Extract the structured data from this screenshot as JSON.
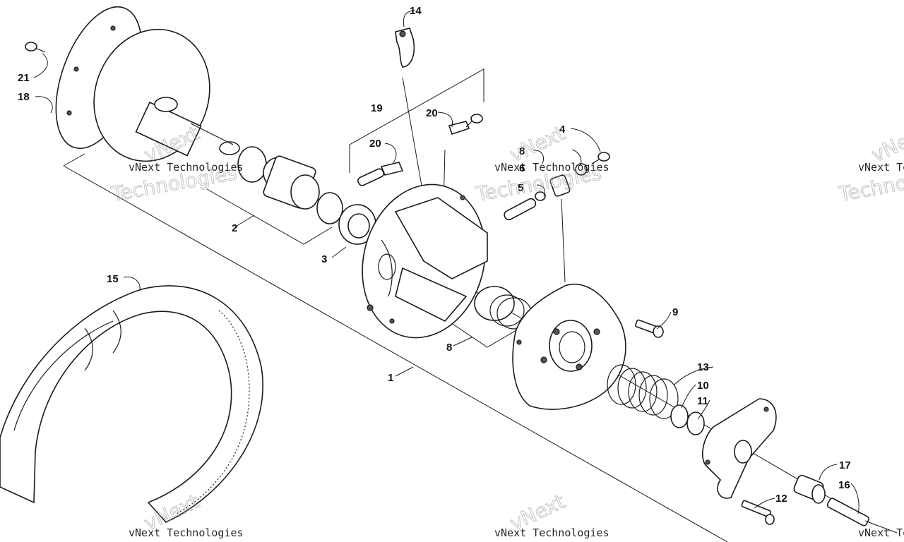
{
  "callouts": [
    {
      "id": "1",
      "label": "1"
    },
    {
      "id": "2",
      "label": "2"
    },
    {
      "id": "3",
      "label": "3"
    },
    {
      "id": "4",
      "label": "4"
    },
    {
      "id": "5",
      "label": "5"
    },
    {
      "id": "6",
      "label": "6"
    },
    {
      "id": "8a",
      "label": "8"
    },
    {
      "id": "8b",
      "label": "8"
    },
    {
      "id": "9",
      "label": "9"
    },
    {
      "id": "10",
      "label": "10"
    },
    {
      "id": "11",
      "label": "11"
    },
    {
      "id": "12",
      "label": "12"
    },
    {
      "id": "13",
      "label": "13"
    },
    {
      "id": "14",
      "label": "14"
    },
    {
      "id": "15",
      "label": "15"
    },
    {
      "id": "16",
      "label": "16"
    },
    {
      "id": "17",
      "label": "17"
    },
    {
      "id": "18",
      "label": "18"
    },
    {
      "id": "19",
      "label": "19"
    },
    {
      "id": "20a",
      "label": "20"
    },
    {
      "id": "20b",
      "label": "20"
    },
    {
      "id": "21",
      "label": "21"
    }
  ],
  "watermark": {
    "line1": "vNext Technologies",
    "line2": "Technologies",
    "line3": "vNext"
  },
  "colors": {
    "ink": "#1a1a1a",
    "paper": "#ffffff",
    "watermark_outline": "#9a9a9a"
  }
}
